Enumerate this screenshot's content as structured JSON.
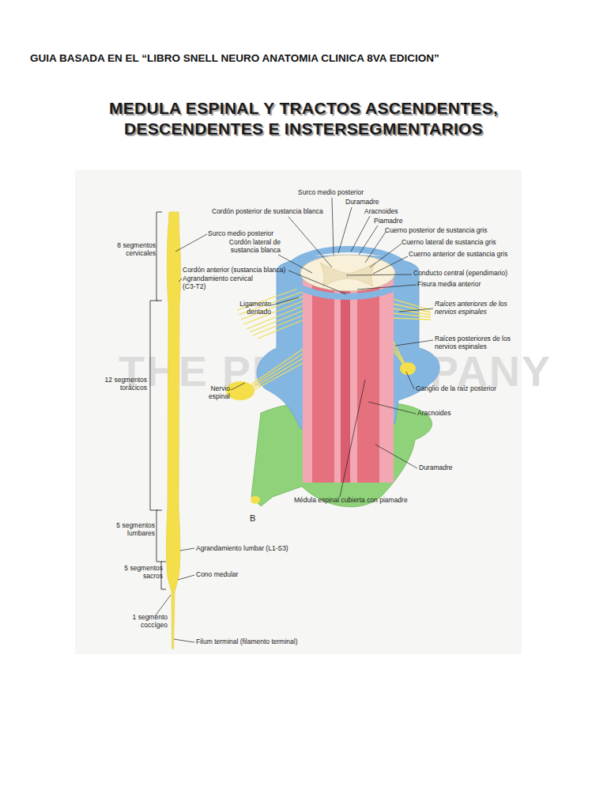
{
  "diagram": {
    "title": "MEDULA ESPINAL Y TRACTOS ASCENDENTES, DESCENDENTES E INSTERSEGMENTARIOS",
    "labels": [
      "GUIA BASADA EN EL “LIBRO SNELL NEURO ANATOMIA CLINICA 8VA EDICION”",
      "8 segmentos cervicales",
      "Surco medio posterior",
      "Cordón lateral de sustancia blanca",
      "Cordón anterior (sustancia blanca)",
      "Agrandamiento cervical (C3-T2)",
      "Ligamento dentado",
      "12 segmentos torácicos",
      "Nervio espinal",
      "5 segmentos lumbares",
      "Agrandamiento lumbar (L1-S3)",
      "5 segmentos sacros",
      "Cono medular",
      "1 segmento coccígeo",
      "Filum terminal (filamento terminal)",
      "Surco medio posterior",
      "Duramadre",
      "Aracnoides",
      "Piamadre",
      "Cordón posterior de sustancia blanca",
      "Cuerno posterior de sustancia gris",
      "Cuerno lateral de sustancia gris",
      "Cuerno anterior de sustancia gris",
      "Conducto central (ependimario)",
      "Fisura media anterior",
      "Raíces anteriores de los nervios espinales",
      "Raíces posteriores de los nervios espinales",
      "Ganglio de la raíz posterior",
      "Aracnoides",
      "Duramadre",
      "Médula espinal cubierta con piamadre",
      "B",
      "THE PDF COMPANY"
    ]
  }
}
